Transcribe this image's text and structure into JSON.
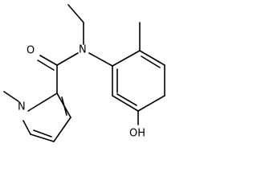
{
  "molecule": {
    "atoms": {
      "oxygen_carbonyl": "O",
      "nitrogen_amide": "N",
      "nitrogen_pyrrole": "N",
      "hydroxyl": "OH"
    }
  }
}
